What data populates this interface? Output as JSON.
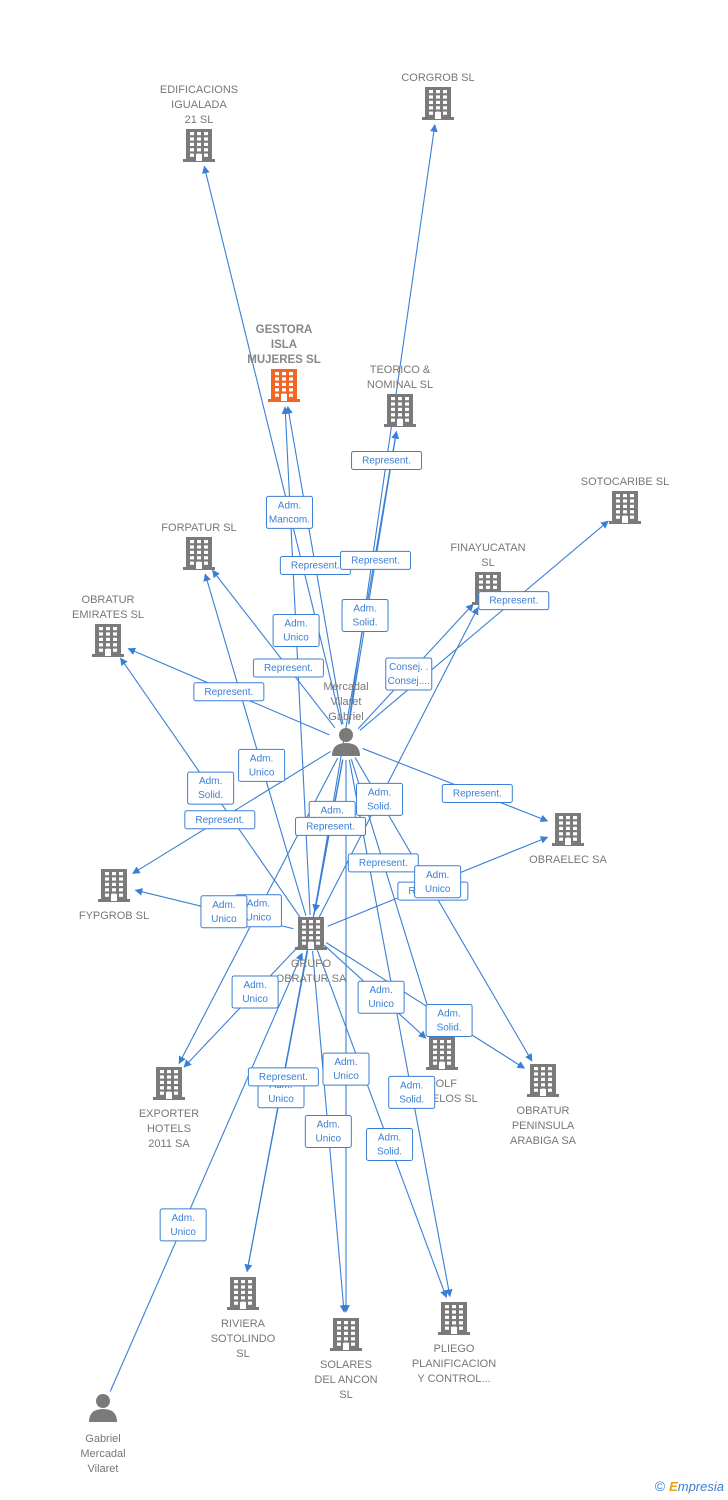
{
  "colors": {
    "edge": "#3a7fd5",
    "building": "#7a7a7a",
    "highlight": "#f26522",
    "person": "#7a7a7a"
  },
  "nodes": [
    {
      "id": "edificacions",
      "type": "company",
      "lines": [
        "EDIFICACIONS",
        "IGUALADA",
        "21 SL"
      ]
    },
    {
      "id": "corgrob",
      "type": "company",
      "lines": [
        "CORGROB SL"
      ]
    },
    {
      "id": "gestora",
      "type": "company",
      "highlight": true,
      "lines": [
        "GESTORA",
        "ISLA",
        "MUJERES SL"
      ]
    },
    {
      "id": "teorico",
      "type": "company",
      "lines": [
        "TEORICO &",
        "NOMINAL SL"
      ]
    },
    {
      "id": "sotocaribe",
      "type": "company",
      "lines": [
        "SOTOCARIBE SL"
      ]
    },
    {
      "id": "forpatur",
      "type": "company",
      "lines": [
        "FORPATUR SL"
      ]
    },
    {
      "id": "finayucatan",
      "type": "company",
      "lines": [
        "FINAYUCATAN",
        "SL"
      ]
    },
    {
      "id": "obratur_emirates",
      "type": "company",
      "lines": [
        "OBRATUR",
        "EMIRATES SL"
      ]
    },
    {
      "id": "mercadal_main",
      "type": "person",
      "lines": [
        "Mercadal",
        "Vilaret",
        "Gabriel"
      ]
    },
    {
      "id": "obraelec",
      "type": "company",
      "lines": [
        "OBRAELEC SA"
      ]
    },
    {
      "id": "fypgrob",
      "type": "company",
      "lines": [
        "FYPGROB SL"
      ]
    },
    {
      "id": "grupo_obratur",
      "type": "company",
      "lines": [
        "GRUPO",
        "OBRATUR SA"
      ]
    },
    {
      "id": "golf_morelos",
      "type": "company",
      "lines": [
        "GOLF",
        "MORELOS SL"
      ]
    },
    {
      "id": "obratur_peninsula",
      "type": "company",
      "lines": [
        "OBRATUR",
        "PENINSULA",
        "ARABIGA SA"
      ]
    },
    {
      "id": "exporter",
      "type": "company",
      "lines": [
        "EXPORTER",
        "HOTELS",
        "2011 SA"
      ]
    },
    {
      "id": "riviera",
      "type": "company",
      "lines": [
        "RIVIERA",
        "SOTOLINDO",
        "SL"
      ]
    },
    {
      "id": "solares",
      "type": "company",
      "lines": [
        "SOLARES",
        "DEL ANCON",
        "SL"
      ]
    },
    {
      "id": "pliego",
      "type": "company",
      "lines": [
        "PLIEGO",
        "PLANIFICACION",
        "Y CONTROL..."
      ]
    },
    {
      "id": "gabriel_mercadal",
      "type": "person",
      "lines": [
        "Gabriel",
        "Mercadal",
        "Vilaret"
      ]
    }
  ],
  "edges": [
    {
      "from": "mercadal_main",
      "to": "edificacions",
      "label": [
        "Adm.",
        "Mancom."
      ]
    },
    {
      "from": "mercadal_main",
      "to": "corgrob",
      "label": [
        "Represent."
      ]
    },
    {
      "from": "mercadal_main",
      "to": "gestora",
      "label": [
        "Represent."
      ]
    },
    {
      "from": "mercadal_main",
      "to": "teorico",
      "label": [
        "Represent."
      ]
    },
    {
      "from": "mercadal_main",
      "to": "sotocaribe",
      "label": [
        "Represent."
      ]
    },
    {
      "from": "mercadal_main",
      "to": "forpatur",
      "label": [
        "Represent."
      ]
    },
    {
      "from": "mercadal_main",
      "to": "finayucatan",
      "label": [
        "Consej. .",
        "Consej...."
      ]
    },
    {
      "from": "mercadal_main",
      "to": "obratur_emirates",
      "label": [
        "Represent."
      ]
    },
    {
      "from": "mercadal_main",
      "to": "fypgrob",
      "label": [
        "Represent."
      ]
    },
    {
      "from": "mercadal_main",
      "to": "obraelec",
      "label": [
        "Represent."
      ]
    },
    {
      "from": "mercadal_main",
      "to": "golf_morelos",
      "label": [
        "Represent."
      ]
    },
    {
      "from": "mercadal_main",
      "to": "obratur_peninsula",
      "label": [
        "Represent."
      ]
    },
    {
      "from": "mercadal_main",
      "to": "exporter",
      "label": [
        "Adm.",
        "Unico"
      ]
    },
    {
      "from": "mercadal_main",
      "to": "solares",
      "label": [
        "Adm.",
        "Unico"
      ]
    },
    {
      "from": "mercadal_main",
      "to": "pliego",
      "label": [
        "Adm.",
        "Solid."
      ]
    },
    {
      "from": "mercadal_main",
      "to": "grupo_obratur",
      "label": [
        "Adm.",
        "Unico"
      ]
    },
    {
      "from": "grupo_obratur",
      "to": "forpatur",
      "label": [
        "Adm.",
        "Unico"
      ]
    },
    {
      "from": "grupo_obratur",
      "to": "obratur_emirates",
      "label": [
        "Adm.",
        "Solid."
      ]
    },
    {
      "from": "grupo_obratur",
      "to": "gestora",
      "label": [
        "Adm.",
        "Unico"
      ]
    },
    {
      "from": "grupo_obratur",
      "to": "teorico",
      "label": [
        "Adm.",
        "Solid."
      ]
    },
    {
      "from": "grupo_obratur",
      "to": "finayucatan",
      "label": [
        "Adm.",
        "Solid."
      ]
    },
    {
      "from": "grupo_obratur",
      "to": "fypgrob",
      "label": [
        "Adm.",
        "Unico"
      ]
    },
    {
      "from": "grupo_obratur",
      "to": "obraelec",
      "label": [
        "Adm.",
        "Unico"
      ]
    },
    {
      "from": "grupo_obratur",
      "to": "golf_morelos",
      "label": [
        "Adm.",
        "Unico"
      ]
    },
    {
      "from": "grupo_obratur",
      "to": "obratur_peninsula",
      "label": [
        "Adm.",
        "Solid."
      ]
    },
    {
      "from": "grupo_obratur",
      "to": "exporter",
      "label": [
        "Adm.",
        "Unico"
      ]
    },
    {
      "from": "grupo_obratur",
      "to": "riviera",
      "label": [
        "Adm.",
        "Unico"
      ]
    },
    {
      "from": "grupo_obratur",
      "to": "solares",
      "label": [
        "Adm.",
        "Unico"
      ]
    },
    {
      "from": "grupo_obratur",
      "to": "pliego",
      "label": [
        "Adm.",
        "Solid."
      ]
    },
    {
      "from": "mercadal_main",
      "to": "riviera",
      "label": [
        "Represent."
      ]
    },
    {
      "from": "gabriel_mercadal",
      "to": "grupo_obratur",
      "label": [
        "Adm.",
        "Unico"
      ]
    },
    {
      "from": "mercadal_main",
      "to": "grupo_obratur",
      "label": [
        "Represent."
      ]
    }
  ],
  "footer": {
    "copyright": "©",
    "brand_initial": "E",
    "brand_rest": "mpresia"
  }
}
